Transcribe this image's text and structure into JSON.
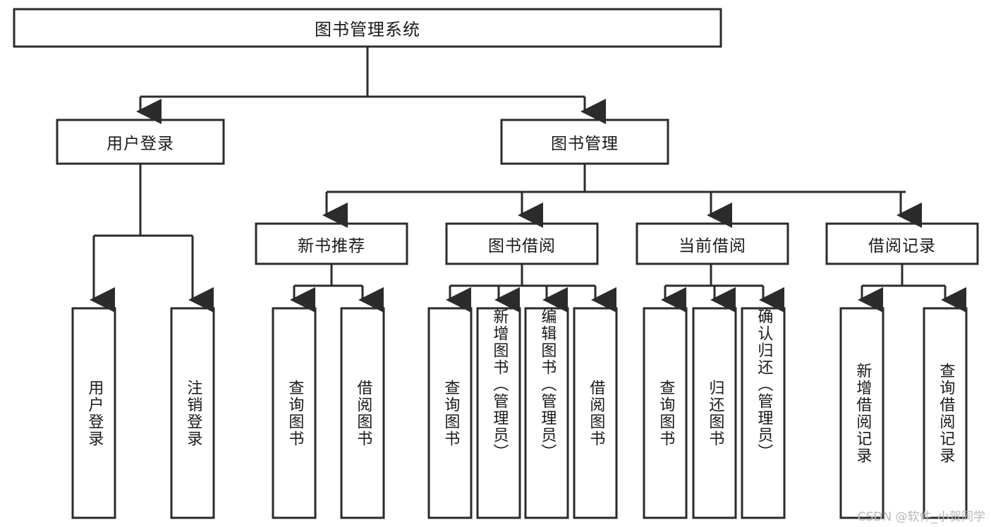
{
  "diagram": {
    "title": "图书管理系统",
    "type": "tree-hierarchy-chart",
    "watermark": "CSDN @软件_小贺同学",
    "colors": {
      "box_stroke": "#2b2b2b",
      "box_fill": "#ffffff",
      "connector": "#2b2b2b",
      "text": "#1a1a1a",
      "background": "#ffffff",
      "watermark": "#b9b9b9"
    },
    "root": {
      "label": "图书管理系统"
    },
    "level2": [
      {
        "label": "用户登录"
      },
      {
        "label": "图书管理"
      }
    ],
    "level3": [
      {
        "label": "新书推荐"
      },
      {
        "label": "图书借阅"
      },
      {
        "label": "当前借阅"
      },
      {
        "label": "借阅记录"
      }
    ],
    "leaves": {
      "user_login": [
        {
          "label": "用户登录"
        },
        {
          "label": "注销登录"
        }
      ],
      "new_book_recommend": [
        {
          "label": "查询图书"
        },
        {
          "label": "借阅图书"
        }
      ],
      "book_borrow": [
        {
          "label": "查询图书"
        },
        {
          "label": "新增图书（管理员）"
        },
        {
          "label": "编辑图书（管理员）"
        },
        {
          "label": "借阅图书"
        }
      ],
      "current_borrow": [
        {
          "label": "查询图书"
        },
        {
          "label": "归还图书"
        },
        {
          "label": "确认归还（管理员）"
        }
      ],
      "borrow_record": [
        {
          "label": "新增借阅记录"
        },
        {
          "label": "查询借阅记录"
        }
      ]
    }
  }
}
